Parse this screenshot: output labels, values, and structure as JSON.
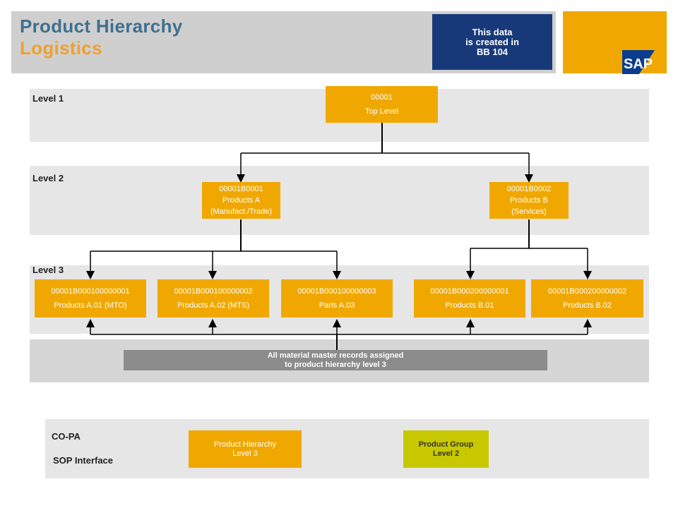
{
  "header": {
    "title_line1": "Product Hierarchy",
    "title_line2": "Logistics",
    "note_lines": [
      "This data",
      "is created in",
      "BB 104"
    ],
    "logo_text": "SAP"
  },
  "levels": {
    "level1": "Level 1",
    "level2": "Level 2",
    "level3": "Level 3"
  },
  "nodes": {
    "top": {
      "code": "00001",
      "name": "Top Level"
    },
    "l2": [
      {
        "code": "00001B0001",
        "name": "Products A",
        "sub": "(Manufact./Trade)"
      },
      {
        "code": "00001B0002",
        "name": "Products B",
        "sub": "(Services)"
      }
    ],
    "l3": [
      {
        "code": "00001B000100000001",
        "name": "Products A.01 (MTO)"
      },
      {
        "code": "00001B000100000002",
        "name": "Products A.02 (MTS)"
      },
      {
        "code": "00001B000100000003",
        "name": "Parts A.03"
      },
      {
        "code": "00001B000200000001",
        "name": "Products B.01"
      },
      {
        "code": "00001B000200000002",
        "name": "Products B.02"
      }
    ]
  },
  "assignment": {
    "line1": "All material master records assigned",
    "line2": "to product hierarchy level 3"
  },
  "copa": {
    "label1": "CO-PA",
    "label2": "SOP Interface",
    "product_hierarchy_box": [
      "Product Hierarchy",
      "Level 3"
    ],
    "product_group_box": [
      "Product Group",
      "Level 2"
    ]
  },
  "colors": {
    "accent_orange": "#f0a800",
    "title_blue": "#3f6f8f",
    "note_navy": "#17397a",
    "product_group_olive": "#c8c800"
  }
}
